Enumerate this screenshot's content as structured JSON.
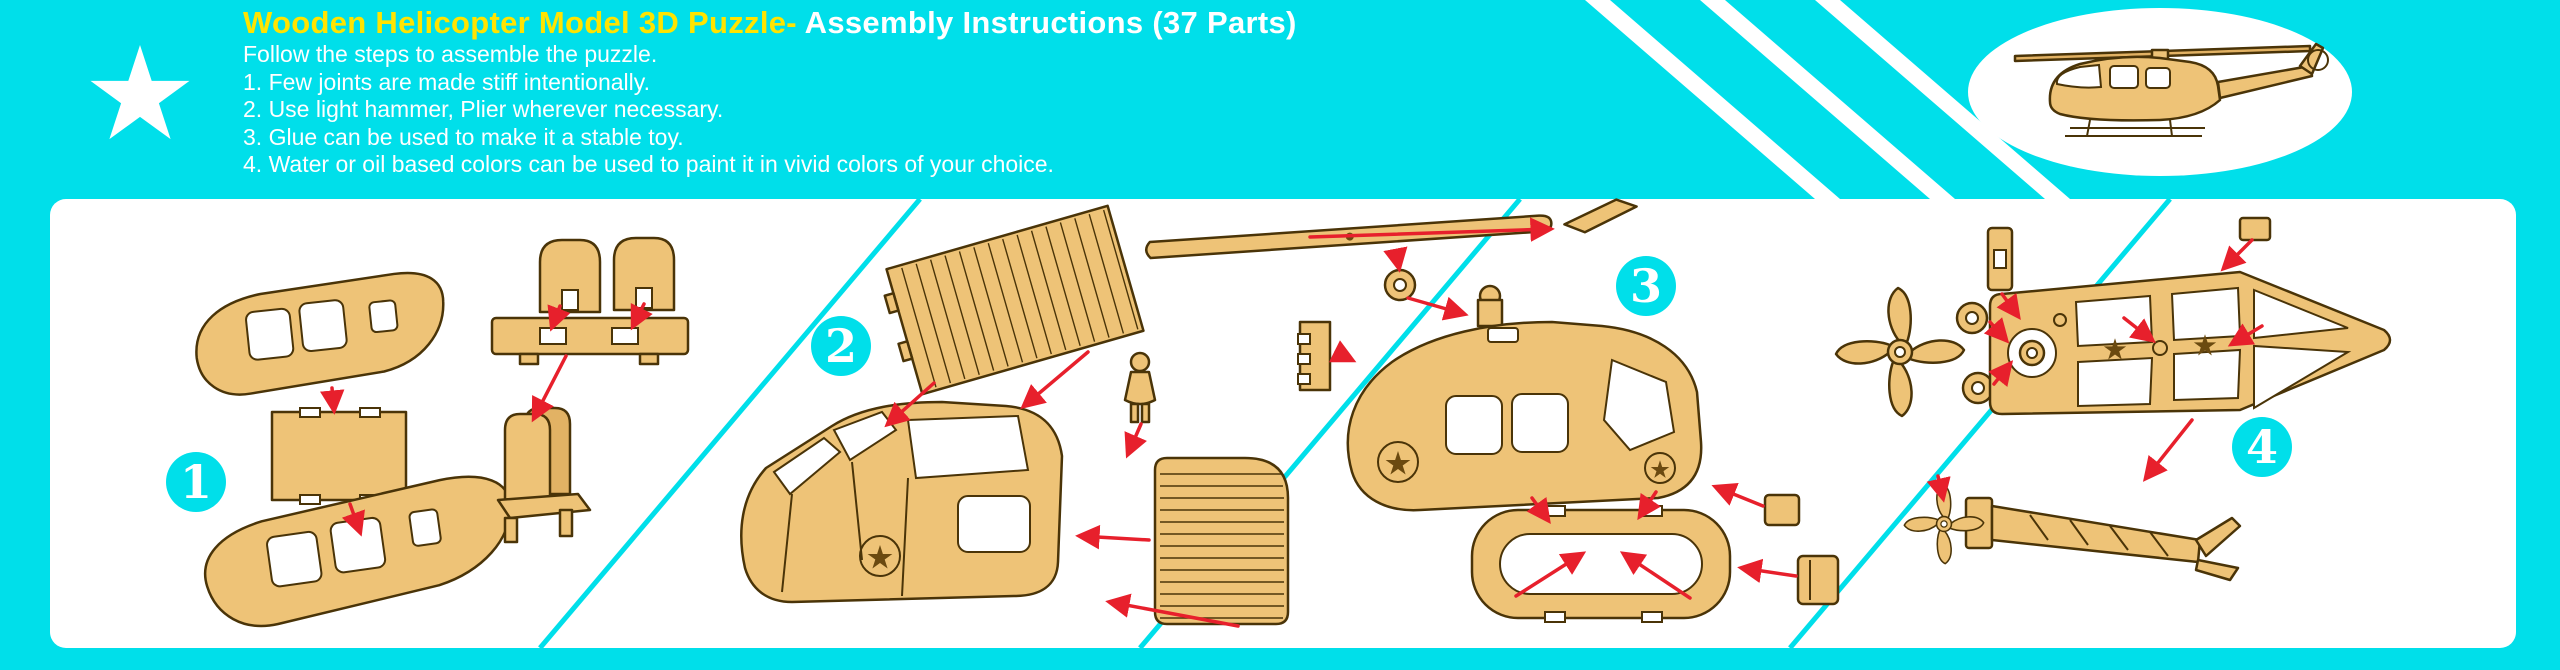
{
  "title": {
    "highlight": "Wooden Helicopter Model 3D Puzzle-",
    "rest": " Assembly Instructions (37 Parts)"
  },
  "instructions": [
    "Follow the steps to assemble the puzzle.",
    "1. Few joints are made stiff intentionally.",
    "2. Use light hammer, Plier wherever necessary.",
    "3. Glue can be used to make it a stable toy.",
    "4. Water or oil based colors can be used to paint it in vivid colors of your choice."
  ],
  "step_labels": [
    "1",
    "2",
    "3",
    "4"
  ],
  "graphics": {
    "logo": "star-icon",
    "product_photo": "assembled-helicopter-photo",
    "step_diagrams": [
      "fuselage-side-panels-floor-and-seats",
      "cabin-shell-roof-slats-door-and-pilot",
      "main-rotor-cabin-top-and-base-frame",
      "tail-boom-lattice-and-tail-rotor"
    ]
  },
  "colors": {
    "background": "#00dfea",
    "title_highlight": "#ffe400",
    "text": "#ffffff",
    "panel": "#ffffff",
    "wood": "#eec377",
    "wood_outline": "#4a3408",
    "arrow_red": "#e7202c"
  }
}
